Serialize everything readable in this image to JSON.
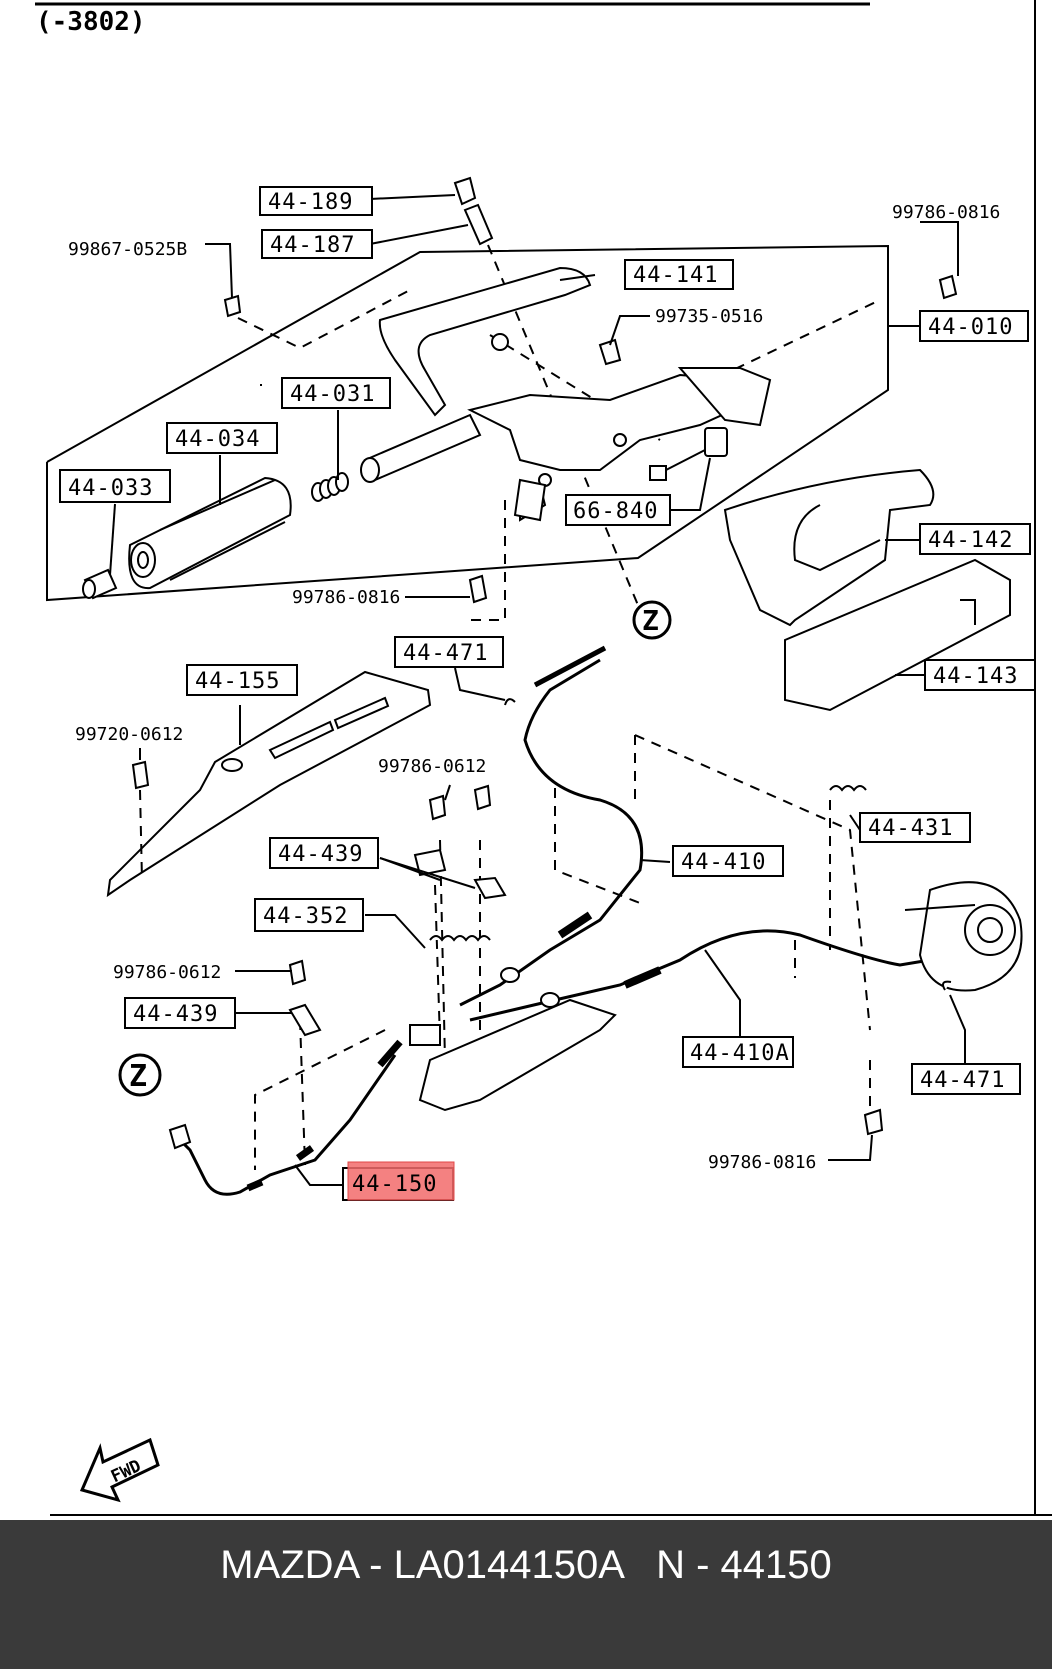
{
  "header": {
    "code": "(-3802)"
  },
  "labels": {
    "l44189": "44-189",
    "l44187": "44-187",
    "l44141": "44-141",
    "l44010": "44-010",
    "l44031": "44-031",
    "l44034": "44-034",
    "l44033": "44-033",
    "l66840": "66-840",
    "l44142": "44-142",
    "l44143": "44-143",
    "l44155": "44-155",
    "l44471a": "44-471",
    "l44431": "44-431",
    "l44439a": "44-439",
    "l44410": "44-410",
    "l44352": "44-352",
    "l44439b": "44-439",
    "l44410a": "44-410A",
    "l44471b": "44-471",
    "l44150": "44-150"
  },
  "part_numbers": {
    "p1": "99786-0816",
    "p2": "99867-0525B",
    "p3": "99735-0516",
    "p4": "99786-0816",
    "p5": "99720-0612",
    "p6": "99786-0612",
    "p7": "99786-0612",
    "p8": "99786-0816"
  },
  "markers": {
    "z1": "Z",
    "z2": "Z"
  },
  "fwd": "FWD",
  "highlight_color": "#f26b6b",
  "footer": {
    "brand": "MAZDA",
    "part": "LA0144150A",
    "ref": "N - 44150"
  }
}
